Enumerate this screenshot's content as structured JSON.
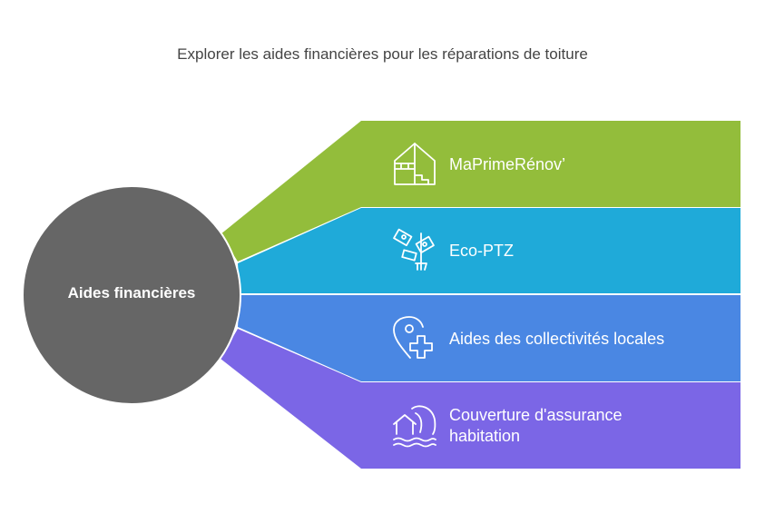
{
  "title": "Explorer les aides financières pour les réparations de toiture",
  "center": "Aides financières",
  "colors": {
    "circle": "#666666",
    "green": "#93BD3B",
    "blue": "#1FAAD9",
    "blue2": "#4A87E3",
    "purple": "#7B66E6"
  },
  "items": [
    {
      "label": "MaPrimeRénov’",
      "icon": "house-renovation-icon"
    },
    {
      "label": "Eco-PTZ",
      "icon": "money-plant-icon"
    },
    {
      "label": "Aides des collectivités locales",
      "icon": "location-plus-icon"
    },
    {
      "label": "Couverture d'assurance habitation",
      "icon": "house-wave-icon"
    }
  ]
}
